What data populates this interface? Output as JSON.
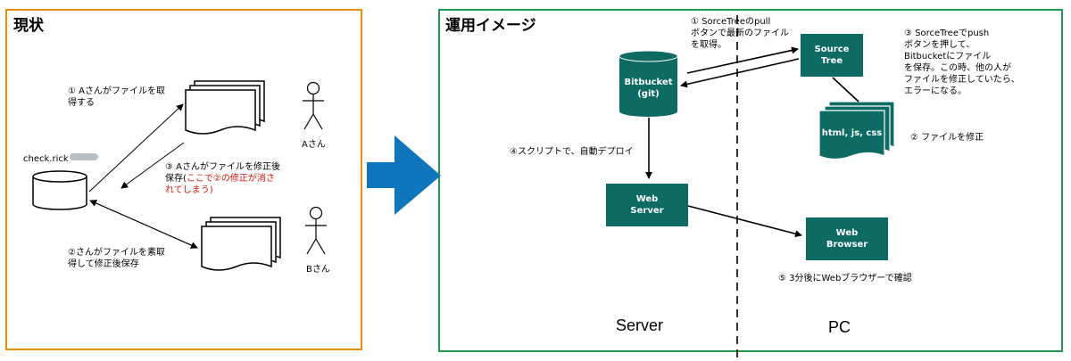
{
  "current": {
    "title": "現状",
    "db_label": "check.rick",
    "step1": "① Aさんがファイルを取\n得する",
    "step2": "②さんがファイルを素取\n得して修正後保存",
    "step3_line1": "③ Aさんがファイルを修正後",
    "step3_line2_black": "保存(",
    "step3_line2_red": "ここで②の修正が消さ",
    "step3_line3_red": "れてしまう)",
    "person_a": "Aさん",
    "person_b": "Bさん"
  },
  "future": {
    "title": "運用イメージ",
    "bitbucket": "Bitbucket\n(git)",
    "sourcetree": "Source\nTree",
    "files": "html, js, css",
    "web_server": "Web\nServer",
    "web_browser": "Web\nBrowser",
    "step1": "① SorceTreeのpull\nボタンで最新のファイル\nを取得。",
    "step2": "② ファイルを修正",
    "step3": "③ SorceTreeでpush\nボタンを押して、\nBitbucketにファイル\nを保存。この時、他の人が\nファイルを修正していたら、\nエラーになる。",
    "step4": "④スクリプトで、自動デプロイ",
    "step5": "⑤ 3分後にWebブラウザーで確認",
    "server_label": "Server",
    "pc_label": "PC"
  },
  "colors": {
    "current_border": "#e8900b",
    "future_border": "#1f9b4f",
    "box_fill": "#0d6b64",
    "big_arrow": "#0f75bc",
    "red_text": "#e0120b"
  }
}
